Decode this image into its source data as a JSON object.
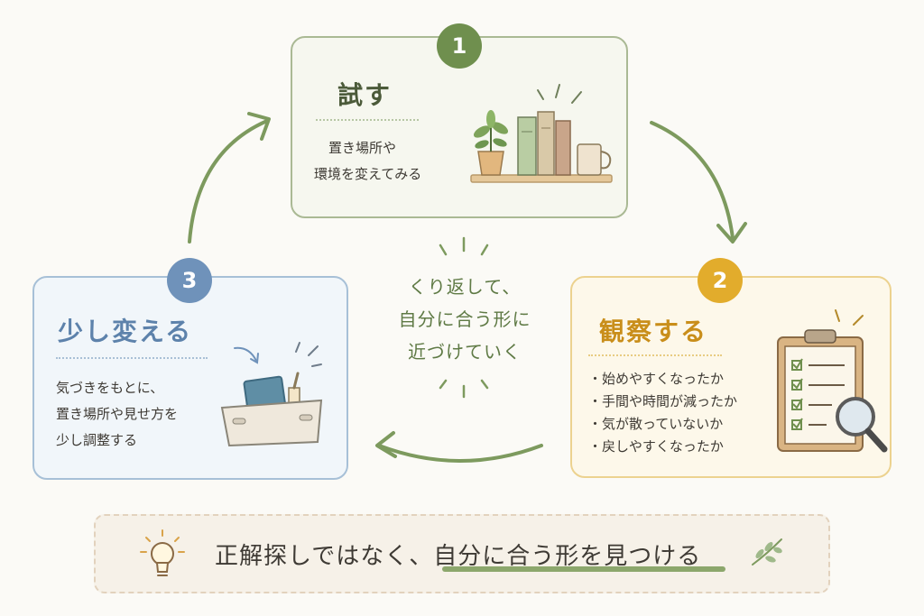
{
  "steps": {
    "try": {
      "number": "1",
      "title": "試す",
      "desc": [
        "置き場所や",
        "環境を変えてみる"
      ],
      "color": "#6f8f4e",
      "icon": "bookshelf-plant-mug-icon"
    },
    "observe": {
      "number": "2",
      "title": "観察する",
      "checklist": [
        "始めやすくなったか",
        "手間や時間が減ったか",
        "気が散っていないか",
        "戻しやすくなったか"
      ],
      "color": "#e2ac2c",
      "icon": "clipboard-magnifier-icon"
    },
    "adjust": {
      "number": "3",
      "title": "少し変える",
      "desc": [
        "気づきをもとに、",
        "置き場所や見せ方を",
        "少し調整する"
      ],
      "color": "#6f92ba",
      "icon": "storage-box-icon"
    }
  },
  "center": [
    "くり返して、",
    "自分に合う形に",
    "近づけていく"
  ],
  "banner": {
    "prefix": "正解探しではなく、",
    "highlight": "自分に合う形を見つける",
    "icon": "lightbulb-icon",
    "end_icon": "leaf-sprig-icon"
  }
}
